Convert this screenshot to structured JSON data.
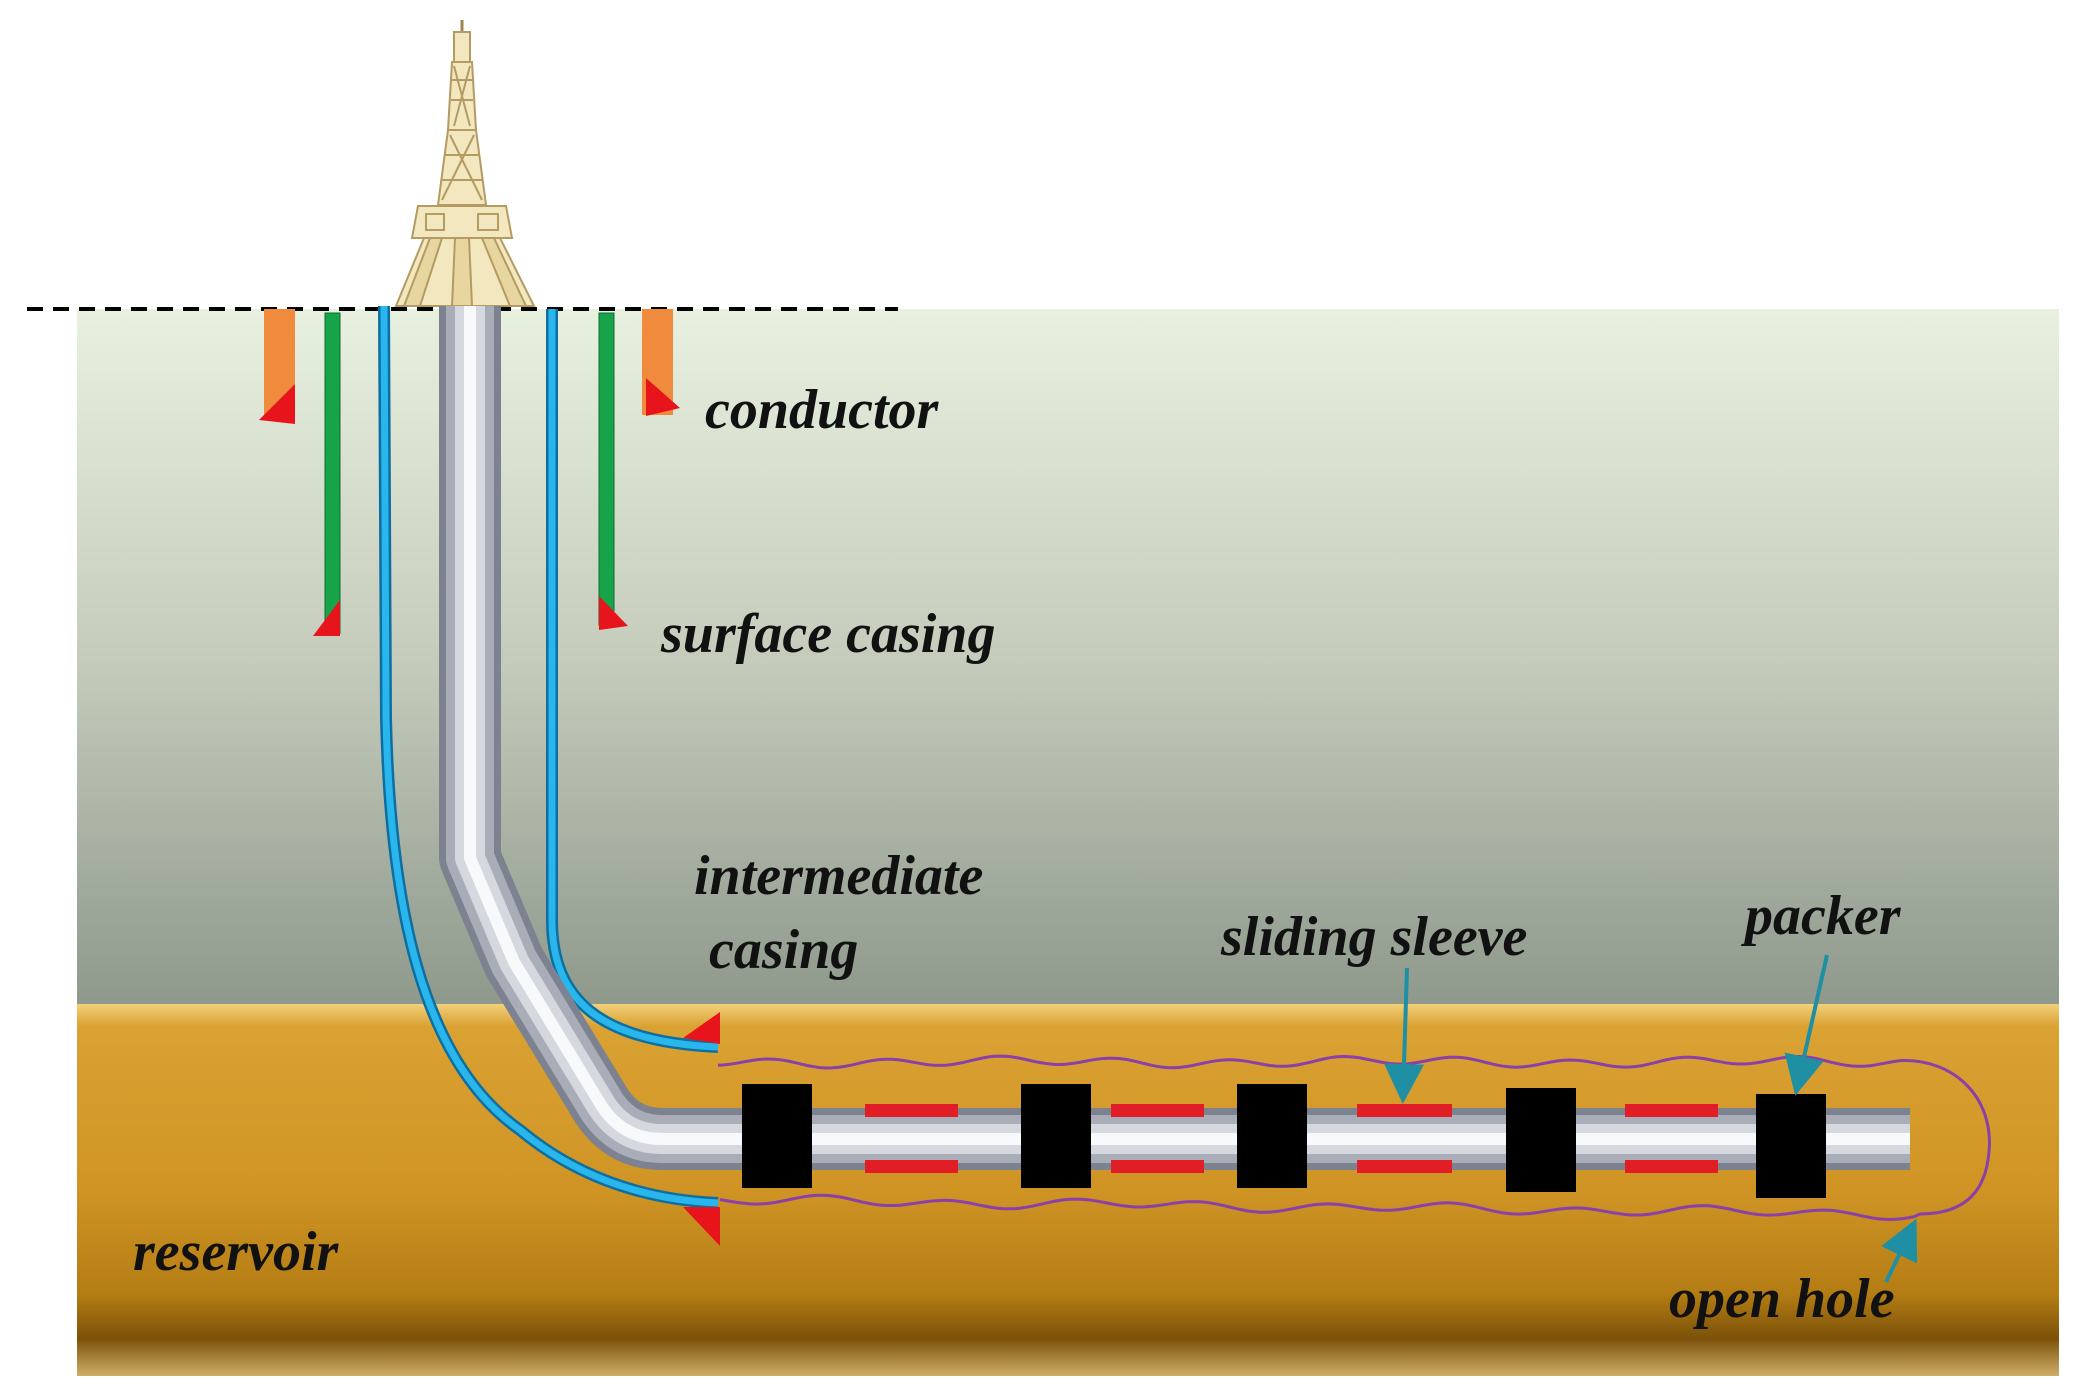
{
  "labels": {
    "conductor": "conductor",
    "surface_casing": "surface casing",
    "intermediate_casing_line1": "intermediate",
    "intermediate_casing_line2": "casing",
    "sliding_sleeve": "sliding sleeve",
    "packer": "packer",
    "reservoir": "reservoir",
    "open_hole": "open hole"
  },
  "colors": {
    "conductor": "#f08a3c",
    "surface_casing": "#16a34a",
    "intermediate_casing": "#29b6ec",
    "casing_shoe": "#e8141c",
    "sliding_sleeve": "#e11d26",
    "packer": "#000000",
    "open_hole": "#8b3fa8",
    "callout_arrow": "#1f8fa3",
    "overburden_top": "#e8f0df",
    "overburden_bottom": "#8e998c",
    "reservoir": "#cf9424"
  }
}
